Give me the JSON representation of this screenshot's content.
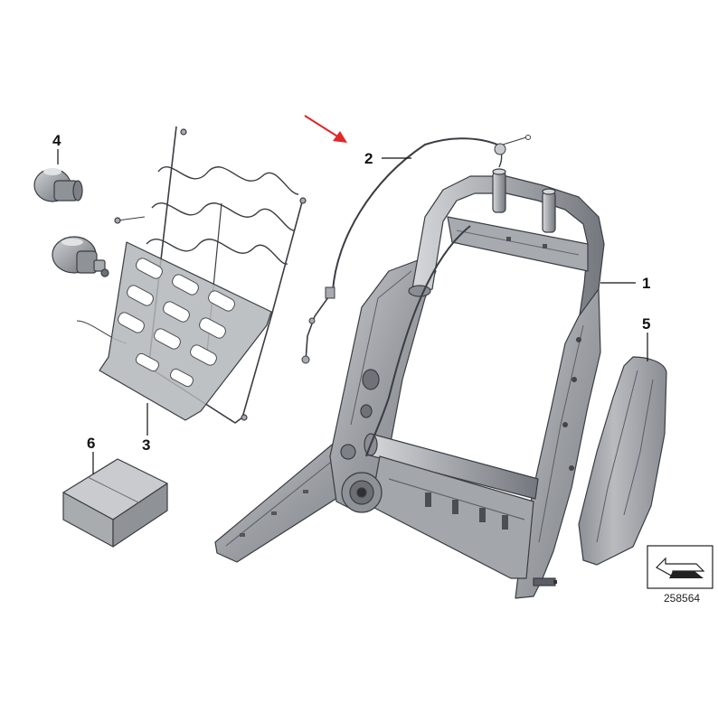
{
  "diagram": {
    "callouts": [
      {
        "id": "frame",
        "label": "1"
      },
      {
        "id": "cable",
        "label": "2"
      },
      {
        "id": "spring-mat",
        "label": "3"
      },
      {
        "id": "knob",
        "label": "4"
      },
      {
        "id": "side-panel",
        "label": "5"
      },
      {
        "id": "box",
        "label": "6"
      }
    ],
    "reference_number": "258564",
    "colors": {
      "part_fill": "#a9acb0",
      "part_dark": "#7c8086",
      "part_light": "#c9cbce",
      "outline": "#3a3d42",
      "arrow": "#e0282a"
    },
    "icons": [
      "red-arrow-icon",
      "orientation-arrow-icon"
    ]
  }
}
